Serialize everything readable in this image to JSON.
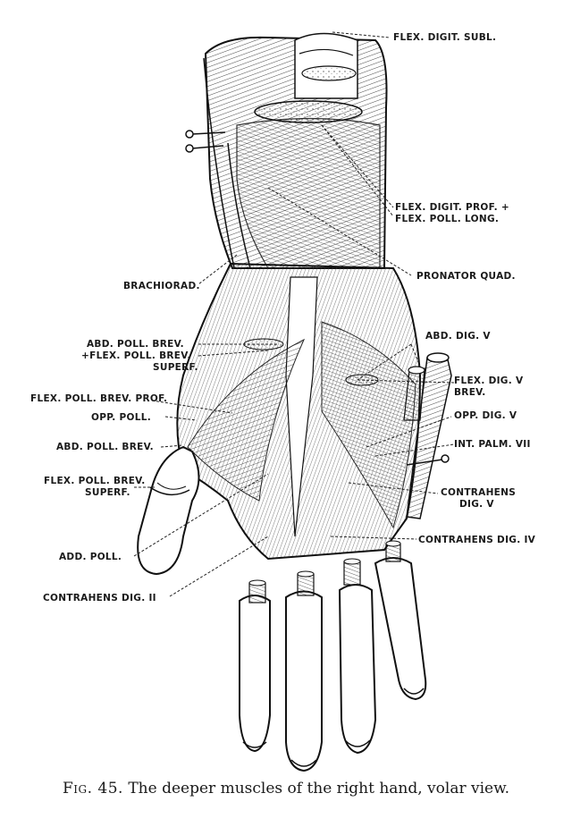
{
  "labels": {
    "flex_digit_subl": "FLEX. DIGIT. SUBL.",
    "flex_digit_prof": "FLEX. DIGIT. PROF. +",
    "flex_poll_long": "FLEX. POLL. LONG.",
    "pronator_quad": "PRONATOR  QUAD.",
    "brachiorad": "BRACHIORAD.",
    "abd_poll_brev_1": "ABD.  POLL. BREV.",
    "flex_poll_brev_superf_1a": "+FLEX.  POLL. BREV.",
    "superf_1": "SUPERF.",
    "abd_dig_v": "ABD. DIG. V",
    "flex_dig_v": "FLEX.  DIG. V",
    "brev": "BREV.",
    "flex_poll_brev_prof": "FLEX. POLL. BREV. PROF.",
    "opp_poll": "OPP.  POLL.",
    "opp_dig_v": "OPP.  DIG. V",
    "abd_poll_brev_2": "ABD. POLL. BREV.",
    "int_palm_vii": "INT.  PALM. VII",
    "flex_poll_brev_superf_2": "FLEX.  POLL. BREV.",
    "superf_2": "SUPERF.",
    "contrahens_dig_v_1": "CONTRAHENS",
    "contrahens_dig_v_2": "DIG. V",
    "add_poll": "ADD.  POLL.",
    "contrahens_dig_iv": "CONTRAHENS  DIG. IV",
    "contrahens_dig_ii": "CONTRAHENS  DIG. II"
  },
  "caption": {
    "fig": "Fig. 45.",
    "text": "The deeper muscles of the right hand, volar view."
  }
}
